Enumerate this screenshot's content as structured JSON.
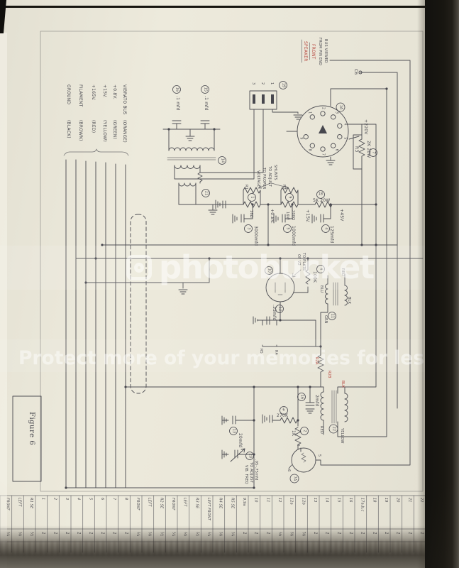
{
  "watermark": {
    "brand": "photobucket",
    "tagline": "Protect more of your memories for less!"
  },
  "figure_caption": "Figure 6",
  "bus_labels": [
    {
      "name": "GROUND",
      "color": "(BLACK)"
    },
    {
      "name": "FILAMENT",
      "color": "(BROWN)"
    },
    {
      "name": "+165V.",
      "color": "(RED)"
    },
    {
      "name": "+15V.",
      "color": "(YELLOW)"
    },
    {
      "name": "+0.8V.",
      "color": "(GREEN)"
    },
    {
      "name": "VIBRATO BUS",
      "color": "(ORANGE)"
    }
  ],
  "socket": {
    "callout": "1A",
    "pins": [
      "1",
      "2",
      "3",
      "4",
      "5",
      "6",
      "7",
      "8",
      "9"
    ]
  },
  "labels": {
    "cap1_val": ".1 mfd",
    "cap1_no": "16",
    "cap2_val": ".1 mfd",
    "cap2_no": "15",
    "conn_no": "19",
    "conn_p1": "1",
    "conn_p2": "2",
    "conn_p3": "3",
    "red1": "FRONT",
    "red2": "SPEAKER",
    "blk1": "BUS VIEWED",
    "blk2": "FROM PIN END",
    "c6": "C6",
    "v220": "+220V",
    "r3_val": "2K 20W",
    "r3_name": "R3",
    "r3_no": "7",
    "xfmr_no": "14",
    "choke_no": "21",
    "shunt1": "SHUNTS",
    "shunt2": "TO ADJUST",
    "shunt3": "TO PROPER",
    "shunt4": "VOLTAGE",
    "r1_name": "R1",
    "r2_name": "R2",
    "r1_no": "1",
    "r1_val": "16Ω",
    "r2_no": "9",
    "r2_val": "200Ω",
    "r2_val2": "16W",
    "v08": "+0.8V.",
    "v15": "+15V.",
    "v45": "+45V",
    "c3000_val": "3000mfd",
    "c3000_no": "3",
    "c1000_val": "1000mfd",
    "c1000_no": "5",
    "r5k_val": "5K 20W",
    "r5k_no": "18",
    "c125_val": "125mfd",
    "c125_no": "4",
    "plate1": "TO PLATE",
    "plate2": "OF V2",
    "r100k_val": "100K",
    "r100k_no": "4",
    "osc_no": "10",
    "oxf_no": "11",
    "lead_red": "RED",
    "lead_blu": "BLU",
    "lead_grn": "GRN",
    "lead_blk": "BLK",
    "c33_val": ".33mfd",
    "c33_no": "12",
    "r5_name": "R5",
    "r4_name": "R4",
    "r2a": "R2A",
    "r2b": "R2B",
    "out_no": "22",
    "out_blk": "BLK",
    "out_red": "RED",
    "out_yel": "YELLOW",
    "c2_val": "2mfd",
    "c2_no": "16",
    "c20_val": "20mfd",
    "c20_no": "13",
    "r270_val": "270K",
    "r270_no": "6",
    "r1k_val": "1K",
    "r1k_no": "2",
    "t2_no": "7A",
    "t2_p4": "4",
    "t2_p5": "5",
    "t2_p6": "6",
    "vib_no": "20",
    "vib1": ".05-.75mfd",
    "vib2": "TO ADJUST",
    "vib3": "VIB. FREQ"
  },
  "table": {
    "columns": [
      {
        "label": "FRONT",
        "qty": "¼"
      },
      {
        "label": "LEFT",
        "qty": "⅛"
      },
      {
        "label": "R1 SE",
        "qty": "½"
      },
      {
        "label": "1",
        "qty": "1"
      },
      {
        "label": "2",
        "qty": "1"
      },
      {
        "label": "3",
        "qty": "1"
      },
      {
        "label": "4",
        "qty": "1"
      },
      {
        "label": "5",
        "qty": "1"
      },
      {
        "label": "6",
        "qty": "1"
      },
      {
        "label": "7",
        "qty": "1"
      },
      {
        "label": "8",
        "qty": "1"
      },
      {
        "label": "FRONT",
        "qty": "¼"
      },
      {
        "label": "LEFT",
        "qty": "⅛"
      },
      {
        "label": "R2 SE",
        "qty": "½"
      },
      {
        "label": "FRONT",
        "qty": "¼"
      },
      {
        "label": "LEFT",
        "qty": "⅛"
      },
      {
        "label": "R3 SE",
        "qty": "½"
      },
      {
        "label": "LEFT FRONT",
        "qty": "¼"
      },
      {
        "label": "R4 SE",
        "qty": "⅛"
      },
      {
        "label": "R5 SE",
        "qty": "¼"
      },
      {
        "label": "9,9a",
        "qty": "1"
      },
      {
        "label": "10",
        "qty": "1"
      },
      {
        "label": "11",
        "qty": "1"
      },
      {
        "label": "12",
        "qty": "⅛"
      },
      {
        "label": "12a",
        "qty": "⅜"
      },
      {
        "label": "12b",
        "qty": "⅝"
      },
      {
        "label": "13",
        "qty": "1"
      },
      {
        "label": "14",
        "qty": "1"
      },
      {
        "label": "15",
        "qty": "1"
      },
      {
        "label": "16",
        "qty": "1"
      },
      {
        "label": "17a,b,c",
        "qty": "1"
      },
      {
        "label": "18",
        "qty": "1"
      },
      {
        "label": "19",
        "qty": "1"
      },
      {
        "label": "20",
        "qty": "1"
      },
      {
        "label": "21",
        "qty": "1"
      },
      {
        "label": "22",
        "qty": "1"
      }
    ]
  }
}
